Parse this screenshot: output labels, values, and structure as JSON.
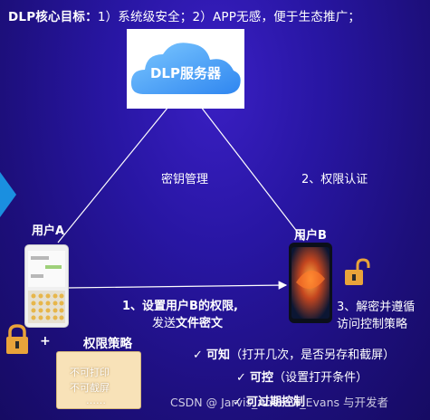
{
  "title": {
    "bold": "DLP核心目标：",
    "rest": "1）系统级安全；2）APP无感，便于生态推广；"
  },
  "server_label": "DLP服务器",
  "key_mgmt": "密钥管理",
  "auth": "2、权限认证",
  "user_a": "用户A",
  "user_b": "用户B",
  "step1_line1": "1、设置用户B的权限,",
  "step1_line2_pre": "发送",
  "step1_line2_bold": "文件密文",
  "step3_line1": "3、解密并遵循",
  "step3_line2": "访问控制策略",
  "plus": "+",
  "policy_title": "权限策略",
  "policy_items": [
    "不可打印",
    "不可截屏",
    "……"
  ],
  "features": [
    {
      "check": "✓",
      "bold": "可知",
      "desc": "（打开几次，是否另存和截屏）"
    },
    {
      "check": "✓",
      "bold": "可控",
      "desc": "（设置打开条件）"
    },
    {
      "check": "✓",
      "bold": "可过期控制",
      "desc": ""
    }
  ],
  "watermark": "CSDN @ Jarvis_Andrew_Evans 与开发者"
}
